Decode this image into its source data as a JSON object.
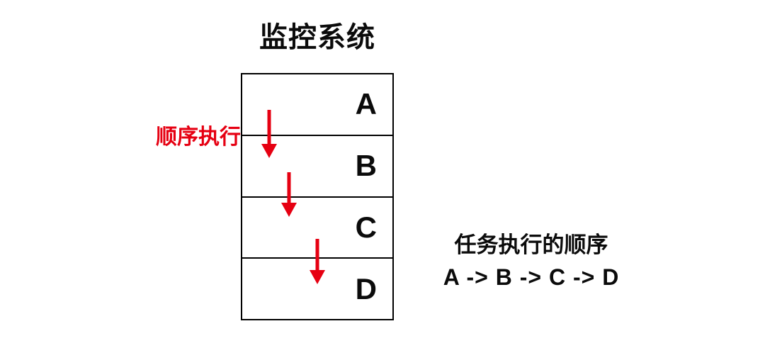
{
  "title": "监控系统",
  "flow": {
    "label": "顺序执行",
    "arrow_icon": "down-arrow",
    "arrow_count": 3
  },
  "table": {
    "tasks": [
      {
        "label": "A"
      },
      {
        "label": "B"
      },
      {
        "label": "C"
      },
      {
        "label": "D"
      }
    ]
  },
  "side_note": {
    "line1": "任务执行的顺序",
    "line2": "A -> B -> C -> D"
  },
  "colors": {
    "accent_red": "#e60012",
    "border_black": "#000000",
    "text_black": "#0b0b0b",
    "background": "#ffffff"
  }
}
